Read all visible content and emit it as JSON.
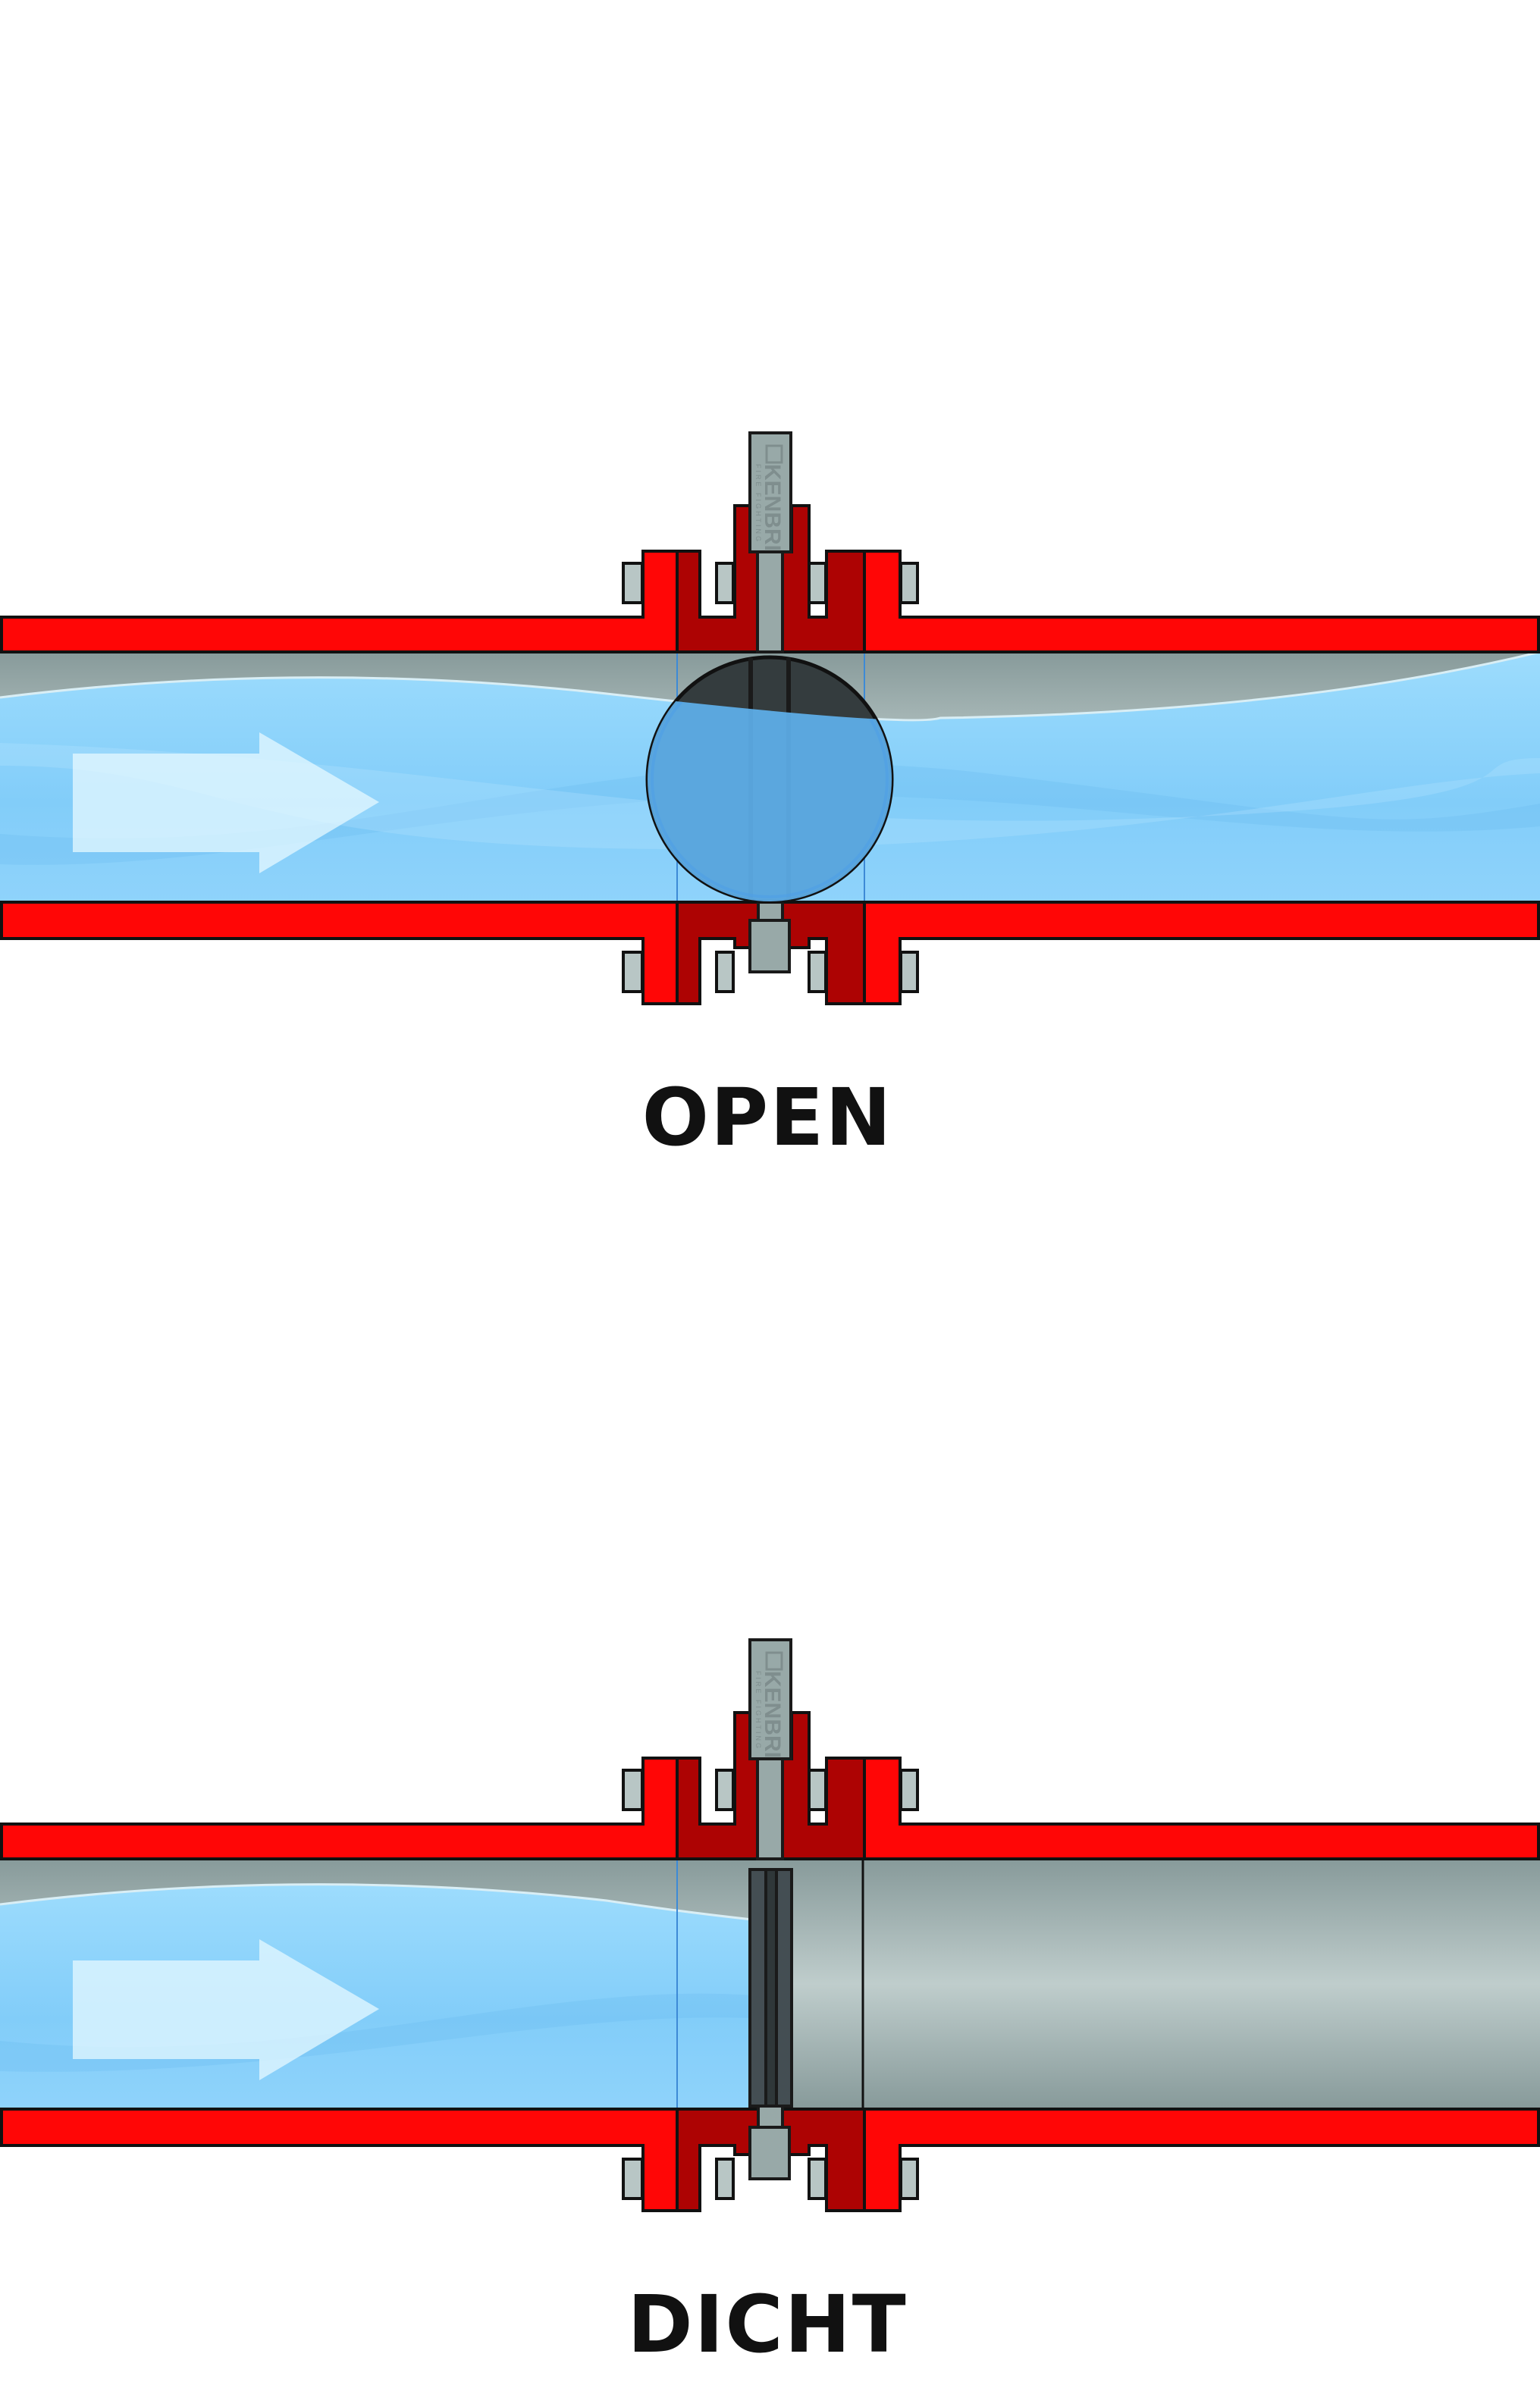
{
  "diagrams": [
    {
      "state": "open",
      "label": "OPEN"
    },
    {
      "state": "closed",
      "label": "DICHT"
    }
  ],
  "logo": {
    "brand": "KENBRI",
    "tagline": "FIRE FIGHTING"
  },
  "colors": {
    "pipe_red": "#ff0606",
    "valve_body": "#ad0303",
    "steel": "#98a9a8",
    "water": "#8fd3fb",
    "disc": "#343c3e",
    "outline": "#111111"
  }
}
